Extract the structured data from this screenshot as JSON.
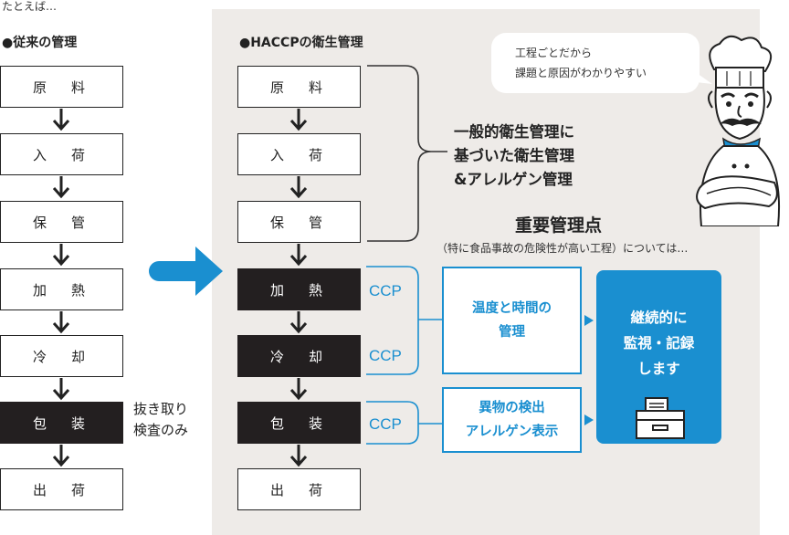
{
  "intro": "たとえば…",
  "left_title": "●従来の管理",
  "right_title": "●HACCPの衛生管理",
  "steps": [
    "原　料",
    "入　荷",
    "保　管",
    "加　熱",
    "冷　却",
    "包　装",
    "出　荷"
  ],
  "left_note_1": "抜き取り",
  "left_note_2": "検査のみ",
  "general_label": [
    "一般的衛生管理に",
    "基づいた衛生管理",
    "&アレルゲン管理"
  ],
  "ccp": "CCP",
  "key_title": "重要管理点",
  "key_sub": "（特に食品事故の危険性が高い工程）については…",
  "temp_time": [
    "温度と時間の",
    "管理"
  ],
  "foreign": [
    "異物の検出",
    "アレルゲン表示"
  ],
  "record": [
    "継続的に",
    "監視・記録",
    "します"
  ],
  "bubble": [
    "工程ごとだから",
    "課題と原因がわかりやすい"
  ],
  "colors": {
    "accent": "#1a8fd0",
    "dark_step": "#231f20",
    "panel": "#eeebe8",
    "record_box": "#1a8fd0"
  }
}
